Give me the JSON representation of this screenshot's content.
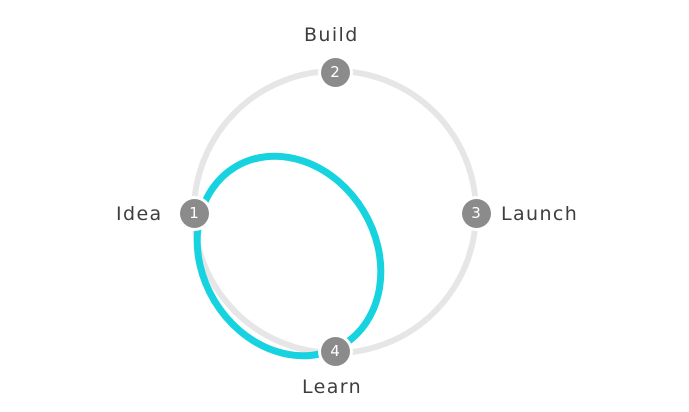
{
  "diagram": {
    "steps": [
      {
        "number": "1",
        "label": "Idea"
      },
      {
        "number": "2",
        "label": "Build"
      },
      {
        "number": "3",
        "label": "Launch"
      },
      {
        "number": "4",
        "label": "Learn"
      }
    ],
    "colors": {
      "outer_ring": "#e6e6e6",
      "inner_loop": "#16d3df",
      "node_fill": "#8b8b8b",
      "node_text": "#ffffff",
      "label_text": "#3e3e3e"
    }
  }
}
